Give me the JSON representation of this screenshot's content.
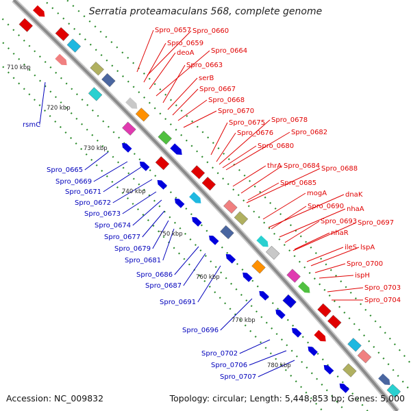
{
  "title": "Serratia proteamaculans 568, complete genome",
  "footer": {
    "accession": "Accession: NC_009832",
    "summary": "Topology: circular; Length: 5,448,853 bp; Genes: 5,000"
  },
  "colors": {
    "backbone": "#8a8a8a",
    "forward_label": "#e00000",
    "reverse_label": "#0000bb",
    "dots": "#2a8a2a"
  },
  "ticks": [
    "710 kbp",
    "720 kbp",
    "730 kbp",
    "740 kbp",
    "750 kbp",
    "760 kbp",
    "770 kbp",
    "780 kbp"
  ],
  "forward_labels": [
    "Spro_0657",
    "Spro_0660",
    "Spro_0659",
    "deoA",
    "Spro_0664",
    "Spro_0663",
    "serB",
    "Spro_0667",
    "Spro_0668",
    "Spro_0670",
    "Spro_0675",
    "Spro_0678",
    "Spro_0676",
    "Spro_0682",
    "Spro_0680",
    "thrA",
    "Spro_0684",
    "Spro_0688",
    "Spro_0685",
    "mogA",
    "dnaK",
    "Spro_0690",
    "nhaA",
    "Spro_0693",
    "Spro_0697",
    "nhaR",
    "ileS",
    "lspA",
    "Spro_0700",
    "ispH",
    "Spro_0703",
    "Spro_0704"
  ],
  "reverse_labels": [
    "rsmC",
    "Spro_0665",
    "Spro_0669",
    "Spro_0671",
    "Spro_0672",
    "Spro_0673",
    "Spro_0674",
    "Spro_0677",
    "Spro_0679",
    "Spro_0681",
    "Spro_0686",
    "Spro_0687",
    "Spro_0691",
    "Spro_0696",
    "Spro_0702",
    "Spro_0706",
    "Spro_0707"
  ]
}
